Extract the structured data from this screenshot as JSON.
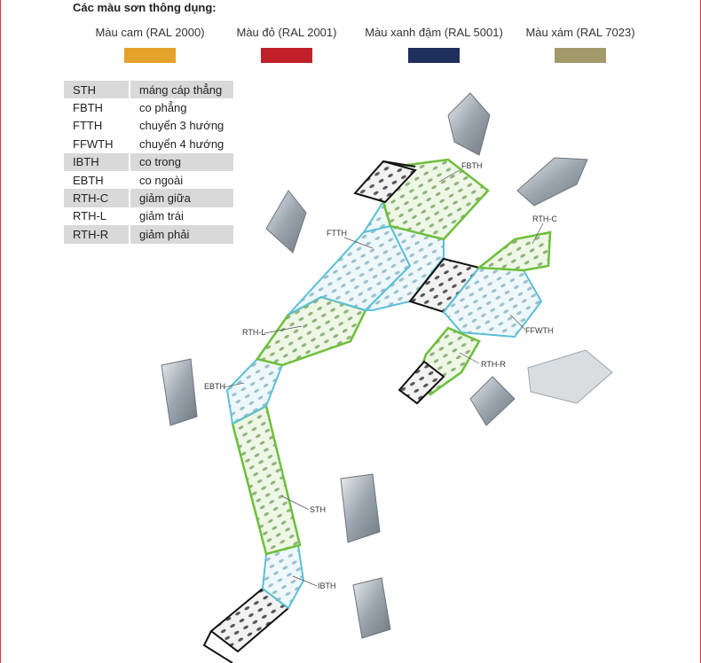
{
  "heading": "Các màu sơn thông dụng:",
  "colors": [
    {
      "label": "Màu cam (RAL 2000)",
      "hex": "#e3a22a"
    },
    {
      "label": "Màu đỏ (RAL 2001)",
      "hex": "#c0202a"
    },
    {
      "label": "Màu xanh đậm (RAL 5001)",
      "hex": "#1f2f5e"
    },
    {
      "label": "Màu xám (RAL 7023)",
      "hex": "#a39a6c"
    }
  ],
  "codes": [
    {
      "code": "STH",
      "desc": "máng cáp thẳng"
    },
    {
      "code": "FBTH",
      "desc": "co phẳng"
    },
    {
      "code": "FTTH",
      "desc": "chuyển 3 hướng"
    },
    {
      "code": "FFWTH",
      "desc": "chuyển 4 hướng"
    },
    {
      "code": "IBTH",
      "desc": "co trong"
    },
    {
      "code": "EBTH",
      "desc": "co ngoài"
    },
    {
      "code": "RTH-C",
      "desc": "giảm giữa"
    },
    {
      "code": "RTH-L",
      "desc": "giảm trái"
    },
    {
      "code": "RTH-R",
      "desc": "giảm phải"
    }
  ],
  "callouts": {
    "fbth": "FBTH",
    "ftth": "FTTH",
    "rthc": "RTH-C",
    "ffwth": "FFWTH",
    "rthl": "RTH-L",
    "rthr": "RTH-R",
    "ebth": "EBTH",
    "sth": "STH",
    "ibth": "IBTH"
  },
  "legend_colors": {
    "green": "#7ac143",
    "blue": "#7fcfe0",
    "perf": "#d6dde2",
    "metal": "#a9b3bb"
  }
}
